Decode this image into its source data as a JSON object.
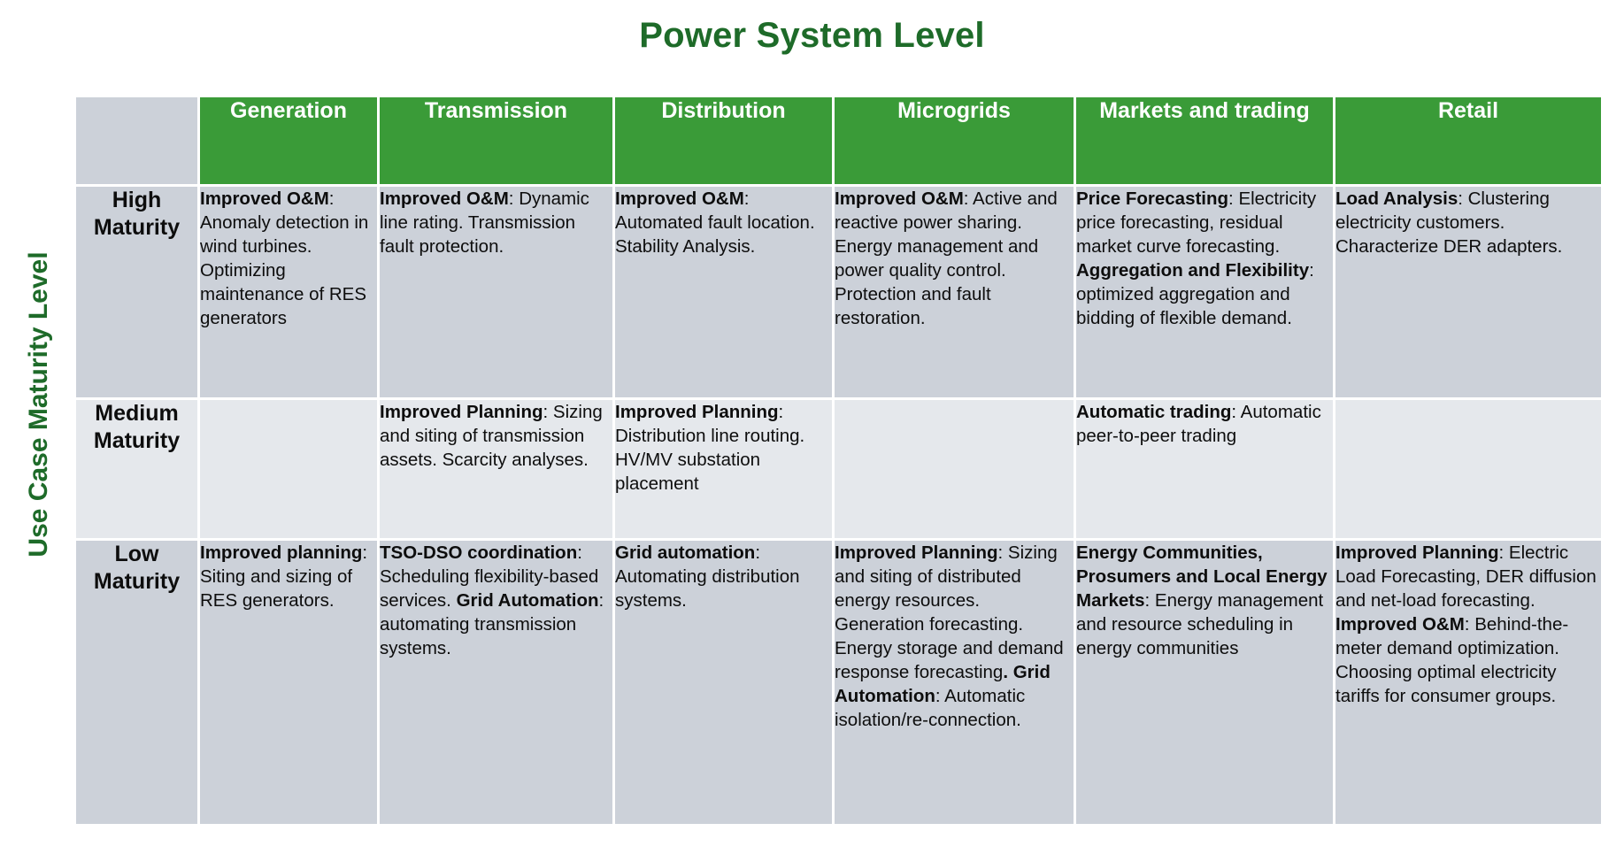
{
  "title": "Power System Level",
  "y_axis_label": "Use Case Maturity Level",
  "colors": {
    "title_green": "#1e6b29",
    "header_green": "#3a9b38",
    "cell_gray": "#ccd1d9",
    "cell_gray_alt": "#e5e8ec",
    "text_black": "#0d0d0d",
    "header_text": "#ffffff"
  },
  "columns": [
    {
      "label": "Generation"
    },
    {
      "label": "Transmission"
    },
    {
      "label": "Distribution"
    },
    {
      "label": "Microgrids"
    },
    {
      "label": "Markets and trading"
    },
    {
      "label": "Retail"
    }
  ],
  "rows": [
    {
      "label": "High Maturity",
      "cells": [
        {
          "segments": [
            {
              "text": "Improved O&M",
              "bold": true
            },
            {
              "text": ": Anomaly detection in wind turbines. Optimizing maintenance of RES generators",
              "bold": false
            }
          ]
        },
        {
          "segments": [
            {
              "text": "Improved O&M",
              "bold": true
            },
            {
              "text": ": Dynamic line rating. Transmission fault protection.",
              "bold": false
            }
          ]
        },
        {
          "segments": [
            {
              "text": "Improved O&M",
              "bold": true
            },
            {
              "text": ": Automated fault location. Stability Analysis.",
              "bold": false
            }
          ]
        },
        {
          "segments": [
            {
              "text": "Improved O&M",
              "bold": true
            },
            {
              "text": ": Active and reactive power sharing. Energy management and power quality control. Protection and fault restoration.",
              "bold": false
            }
          ]
        },
        {
          "segments": [
            {
              "text": "Price Forecasting",
              "bold": true
            },
            {
              "text": ": Electricity price forecasting, residual market curve forecasting. ",
              "bold": false
            },
            {
              "text": "Aggregation and Flexibility",
              "bold": true
            },
            {
              "text": ": optimized aggregation and bidding of flexible demand.",
              "bold": false
            }
          ]
        },
        {
          "segments": [
            {
              "text": "Load Analysis",
              "bold": true
            },
            {
              "text": ": Clustering electricity customers. Characterize DER adapters.",
              "bold": false
            }
          ]
        }
      ]
    },
    {
      "label": "Medium Maturity",
      "cells": [
        {
          "segments": []
        },
        {
          "segments": [
            {
              "text": "Improved Planning",
              "bold": true
            },
            {
              "text": ": Sizing and siting of transmission assets. Scarcity analyses.",
              "bold": false
            }
          ]
        },
        {
          "segments": [
            {
              "text": "Improved Planning",
              "bold": true
            },
            {
              "text": ": Distribution line routing. HV/MV substation placement",
              "bold": false
            }
          ]
        },
        {
          "segments": []
        },
        {
          "segments": [
            {
              "text": "Automatic trading",
              "bold": true
            },
            {
              "text": ": Automatic peer-to-peer trading",
              "bold": false
            }
          ]
        },
        {
          "segments": []
        }
      ]
    },
    {
      "label": "Low Maturity",
      "cells": [
        {
          "segments": [
            {
              "text": "Improved planning",
              "bold": true
            },
            {
              "text": ": Siting and sizing of RES generators.",
              "bold": false
            }
          ]
        },
        {
          "segments": [
            {
              "text": "TSO-DSO coordination",
              "bold": true
            },
            {
              "text": ": Scheduling flexibility-based services. ",
              "bold": false
            },
            {
              "text": "Grid Automation",
              "bold": true
            },
            {
              "text": ": automating transmission systems.",
              "bold": false
            }
          ]
        },
        {
          "segments": [
            {
              "text": "Grid automation",
              "bold": true
            },
            {
              "text": ": Automating distribution systems.",
              "bold": false
            }
          ]
        },
        {
          "segments": [
            {
              "text": "Improved Planning",
              "bold": true
            },
            {
              "text": ": Sizing and siting of distributed energy resources. Generation forecasting. Energy storage and demand response forecasting",
              "bold": false
            },
            {
              "text": ". ",
              "bold": true
            },
            {
              "text": "Grid Automation",
              "bold": true
            },
            {
              "text": ": Automatic isolation/re-connection.",
              "bold": false
            }
          ]
        },
        {
          "segments": [
            {
              "text": "Energy Communities, Prosumers and Local Energy Markets",
              "bold": true
            },
            {
              "text": ": Energy management and resource scheduling in energy communities",
              "bold": false
            }
          ]
        },
        {
          "segments": [
            {
              "text": "Improved Planning",
              "bold": true
            },
            {
              "text": ": Electric Load Forecasting, DER diffusion and net-load forecasting. ",
              "bold": false
            },
            {
              "text": "Improved O&M",
              "bold": true
            },
            {
              "text": ": Behind-the-meter demand optimization. Choosing optimal electricity tariffs for consumer groups.",
              "bold": false
            }
          ]
        }
      ]
    }
  ],
  "chart_data": {
    "type": "table",
    "title": "Power System Level",
    "xlabel": "Power System Level",
    "ylabel": "Use Case Maturity Level",
    "categories": [
      "Generation",
      "Transmission",
      "Distribution",
      "Microgrids",
      "Markets and trading",
      "Retail"
    ],
    "index": [
      "High Maturity",
      "Medium Maturity",
      "Low Maturity"
    ],
    "values": [
      [
        "Improved O&M: Anomaly detection in wind turbines. Optimizing maintenance of RES generators",
        "Improved O&M: Dynamic line rating. Transmission fault protection.",
        "Improved O&M: Automated fault location. Stability Analysis.",
        "Improved O&M: Active and reactive power sharing. Energy management and power quality control. Protection and fault restoration.",
        "Price Forecasting: Electricity price forecasting, residual market curve forecasting. Aggregation and Flexibility: optimized aggregation and bidding of flexible demand.",
        "Load Analysis: Clustering electricity customers. Characterize DER adapters."
      ],
      [
        "",
        "Improved Planning: Sizing and siting of transmission assets. Scarcity analyses.",
        "Improved Planning: Distribution line routing. HV/MV substation placement",
        "",
        "Automatic trading: Automatic peer-to-peer trading",
        ""
      ],
      [
        "Improved planning: Siting and sizing of RES generators.",
        "TSO-DSO coordination: Scheduling flexibility-based services. Grid Automation: automating transmission systems.",
        "Grid automation: Automating distribution systems.",
        "Improved Planning: Sizing and siting of distributed energy resources. Generation forecasting. Energy storage and demand response forecasting. Grid Automation: Automatic isolation/re-connection.",
        "Energy Communities, Prosumers and Local Energy Markets: Energy management and resource scheduling in energy communities",
        "Improved Planning: Electric Load Forecasting, DER diffusion and net-load forecasting. Improved O&M: Behind-the-meter demand optimization. Choosing optimal electricity tariffs for consumer groups."
      ]
    ],
    "grid": true,
    "legend": "none"
  }
}
